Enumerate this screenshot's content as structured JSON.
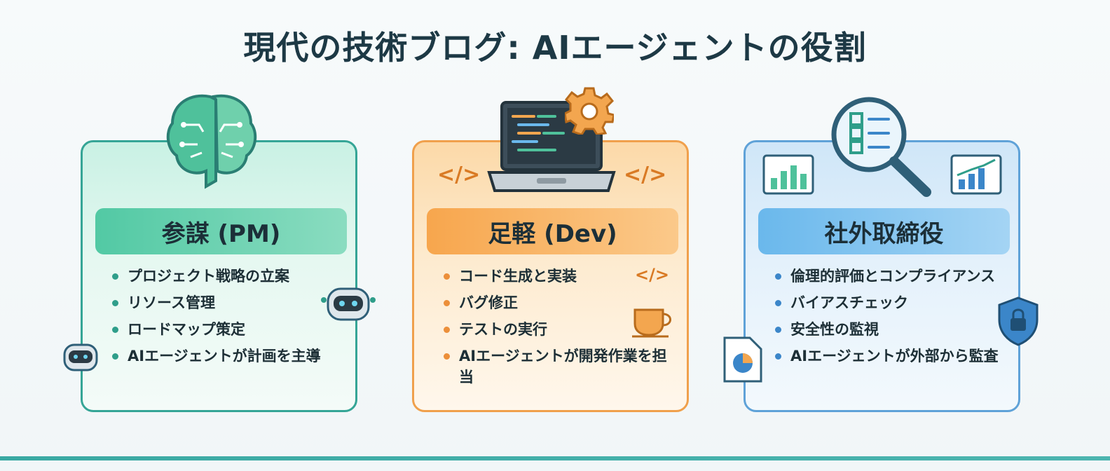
{
  "title": "現代の技術ブログ: AIエージェントの役割",
  "cards": [
    {
      "title": "参謀 (PM)",
      "items": [
        "プロジェクト戦略の立案",
        "リソース管理",
        "ロードマップ策定",
        "AIエージェントが計画を主導"
      ]
    },
    {
      "title": "足軽 (Dev)",
      "items": [
        "コード生成と実装",
        "バグ修正",
        "テストの実行",
        "AIエージェントが開発作業を担当"
      ]
    },
    {
      "title": "社外取締役",
      "items": [
        "倫理的評価とコンプライアンス",
        "バイアスチェック",
        "安全性の監視",
        "AIエージェントが外部から監査"
      ]
    }
  ],
  "code_tag": "</>",
  "colors": {
    "pm": "#35a596",
    "dev": "#f0a04c",
    "audit": "#5fa2d8",
    "title": "#1d3945"
  },
  "icons": [
    "brain-icon",
    "laptop-icon",
    "gear-icon",
    "magnifier-checklist-icon",
    "bar-chart-icon",
    "robot-icon",
    "coffee-cup-icon",
    "shield-lock-icon",
    "pie-chart-document-icon"
  ]
}
